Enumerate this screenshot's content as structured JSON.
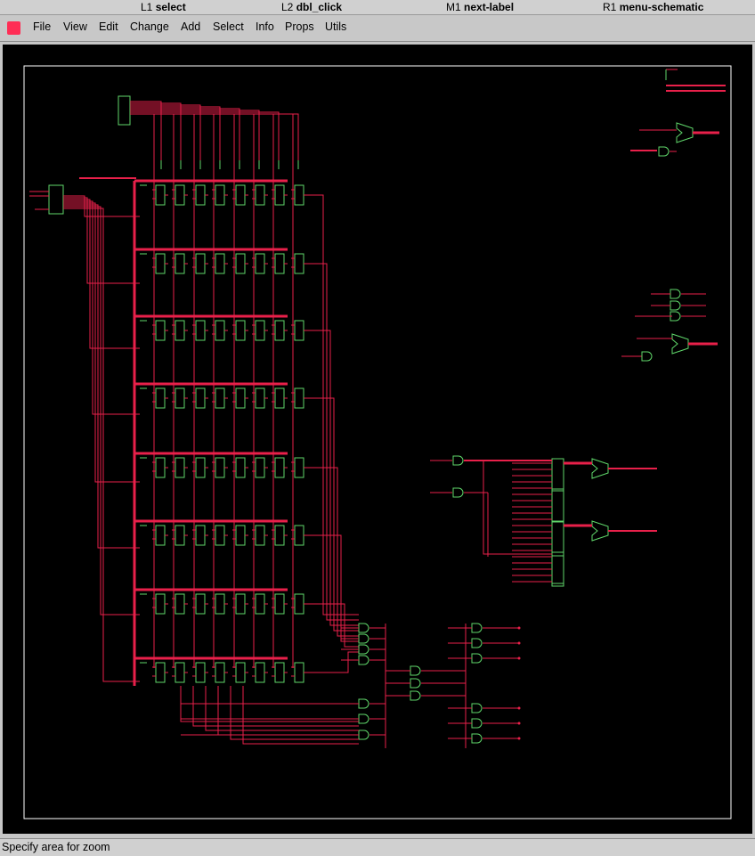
{
  "mouse_hints": [
    {
      "button": "L1",
      "action": "select"
    },
    {
      "button": "L2",
      "action": "dbl_click"
    },
    {
      "button": "M1",
      "action": "next-label"
    },
    {
      "button": "R1",
      "action": "menu-schematic"
    }
  ],
  "menu": [
    "File",
    "View",
    "Edit",
    "Change",
    "Add",
    "Select",
    "Info",
    "Props",
    "Utils"
  ],
  "status": "Specify area for zoom",
  "colors": {
    "canvas_bg": "#000000",
    "wire": "#e8204a",
    "component": "#5fd66a",
    "pin": "#30d0d0",
    "page_border": "#ffffff",
    "logo": "#ff2d55"
  }
}
